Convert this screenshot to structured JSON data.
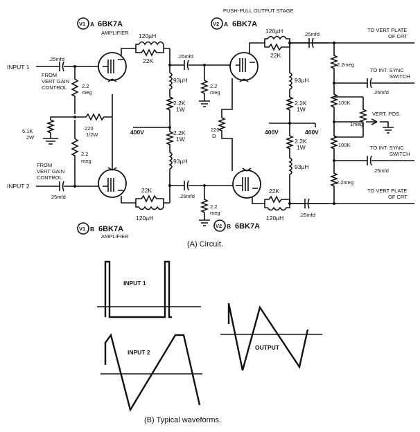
{
  "stage_title": "PUSH-PULL OUTPUT STAGE",
  "tubes": {
    "v1a": {
      "badge": "V1",
      "section": "A",
      "type": "6BK7A",
      "role": "AMPLIFIER"
    },
    "v1b": {
      "badge": "V1",
      "section": "B",
      "type": "6BK7A",
      "role": "AMPLIFIER"
    },
    "v2a": {
      "badge": "V2",
      "section": "A",
      "type": "6BK7A"
    },
    "v2b": {
      "badge": "V2",
      "section": "B",
      "type": "6BK7A"
    }
  },
  "inputs": {
    "input1": "INPUT 1",
    "input2": "INPUT 2"
  },
  "control_labels": {
    "from_top": [
      "FROM",
      "VERT GAIN",
      "CONTROL"
    ],
    "from_bottom": [
      "FROM",
      "VERT GAIN",
      "CONTROL"
    ]
  },
  "components": {
    "c_in1": ".25mfd",
    "c_in2": "25mfd",
    "r_grid1": [
      "2.2",
      "meg"
    ],
    "r_grid2": [
      "2.2",
      "meg"
    ],
    "r_cath": [
      "5.1K",
      "2W"
    ],
    "r_bal": [
      "220",
      "1/2W"
    ],
    "coil_top_l": "120µH",
    "r_top_l": "22K",
    "coil_bot_l": "120µH",
    "r_bot_l": "22K",
    "c_cpl_top": ".25mfd",
    "c_cpl_bot": ".25mfd",
    "ind_93_top_l": "93µH",
    "ind_93_bot_l": "93µH",
    "r_22k_top_l": [
      "2.2K",
      "1W"
    ],
    "r_22k_bot_l": [
      "2.2K",
      "1W"
    ],
    "b_plus_l": "400V",
    "r_grid_v2a": [
      "2.2",
      "meg"
    ],
    "r_grid_v2b": [
      "2.2",
      "meg"
    ],
    "r_cath2": [
      "220",
      "Ω"
    ],
    "coil_top_r": "120µH",
    "r_top_r": "22K",
    "coil_bot_r": "120µH",
    "r_bot_r": "22K",
    "ind_93_top_r": "93µH",
    "ind_93_bot_r": "93µH",
    "r_22k_top_r": [
      "2.2K",
      "1W"
    ],
    "r_22k_bot_r": [
      "2.2K",
      "1W"
    ],
    "b_plus_r1": "400V",
    "b_plus_r2": "400V",
    "c_out_top": ".25mfd",
    "c_out_bot": ".25mfd",
    "r_22meg_top": "2.2meg",
    "r_22meg_bot": "2.2meg",
    "r_100k_top": "100K",
    "r_100k_bot": "100K",
    "pot": "1meg",
    "vert_pos": "VERT. POS.",
    "c_sync_top": ".25mfd",
    "c_sync_bot": ".25mfd"
  },
  "outputs": {
    "top": [
      "TO VERT PLATE",
      "OF CRT"
    ],
    "sync_top": [
      "TO INT. SYNC",
      "SWITCH"
    ],
    "sync_bot": [
      "TO INT. SYNC",
      "SWITCH"
    ],
    "bot": [
      "TO VERT PLATE",
      "OF CRT"
    ]
  },
  "caption_a": "(A) Circuit.",
  "waveforms": {
    "input1": "INPUT 1",
    "input2": "INPUT 2",
    "output": "OUTPUT"
  },
  "caption_b": "(B) Typical waveforms."
}
